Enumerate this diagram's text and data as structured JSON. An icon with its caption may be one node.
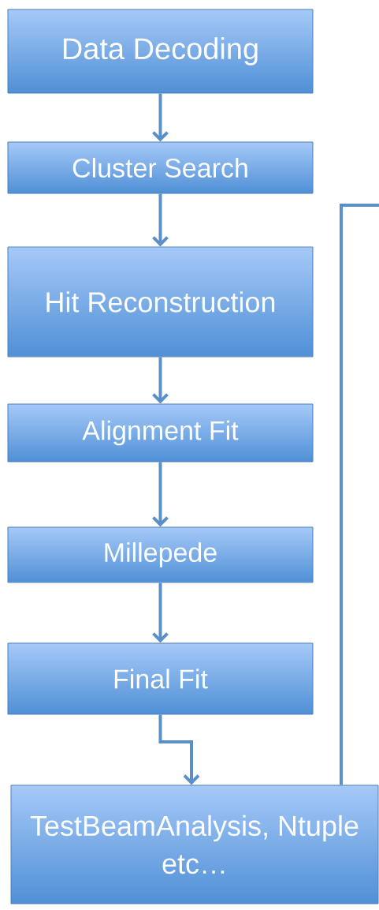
{
  "diagram": {
    "nodes": [
      {
        "text": [
          "Data Decoding"
        ]
      },
      {
        "text": [
          "Cluster Search"
        ]
      },
      {
        "text": [
          "Hit Reconstruction"
        ]
      },
      {
        "text": [
          "Alignment Fit"
        ]
      },
      {
        "text": [
          "Millepede"
        ]
      },
      {
        "text": [
          "Final Fit"
        ]
      },
      {
        "text": [
          "TestBeamAnalysis, Ntuple etc…"
        ]
      }
    ],
    "edges": [
      {
        "from": 0,
        "to": 1,
        "arrow": "to"
      },
      {
        "from": 1,
        "to": 2,
        "arrow": "to"
      },
      {
        "from": 2,
        "to": 3,
        "arrow": "to"
      },
      {
        "from": 3,
        "to": 4,
        "arrow": "to"
      },
      {
        "from": 4,
        "to": 5,
        "arrow": "to"
      },
      {
        "from": 5,
        "to": 6,
        "arrow": "to"
      },
      {
        "from": 6,
        "to": null,
        "arrow": "none"
      }
    ]
  }
}
